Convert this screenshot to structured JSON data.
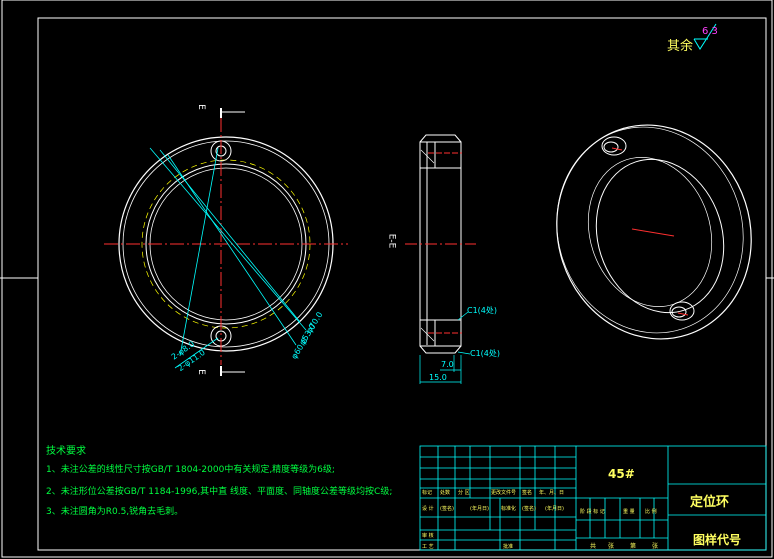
{
  "surface_finish": {
    "prefix": "其余",
    "value": "6.3"
  },
  "section": {
    "marker": "E",
    "label": "E-E"
  },
  "dimensions": {
    "dia_outer": "φ70.0",
    "dia_mid": "φ53.0",
    "dia_inner": "φ60.0",
    "holes": "2-φ8.0",
    "holes_2": "2-φ11.0",
    "chamfer_top": "C1(4处)",
    "chamfer_bot": "C1(4处)",
    "width_small": "7.0",
    "width_total": "15.0"
  },
  "tech_requirements": {
    "title": "技术要求",
    "items": [
      "1、未注公差的线性尺寸按GB/T 1804-2000中有关规定,精度等级为6级;",
      "2、未注形位公差按GB/T 1184-1996,其中直 线度、平面度、同轴度公差等级均按C级;",
      "3、未注圆角为R0.5,锐角去毛刺。"
    ]
  },
  "title_block": {
    "material": "45#",
    "part_name": "定位环",
    "drawing_no_label": "图样代号",
    "mark_row": [
      "标记",
      "处数",
      "分 区",
      "更改文件号",
      "签名",
      "年、月、日"
    ],
    "design_row": [
      "设 计",
      "(签名)",
      "(年月日)",
      "标准化",
      "(签名)",
      "(年月日)"
    ],
    "stage_row": [
      "阶 段 标 记",
      "重 量",
      "比 例"
    ],
    "review": "审 核",
    "process": "工 艺",
    "approve": "批准",
    "sheets": [
      "共",
      "张",
      "第",
      "张"
    ]
  },
  "colors": {
    "line": "#ffffff",
    "center": "#ff3030",
    "dim": "#00ffff",
    "hidden": "#ffff00",
    "text_green": "#00ff40",
    "text_yellow": "#ffff60",
    "symbol": "#ff40ff"
  }
}
